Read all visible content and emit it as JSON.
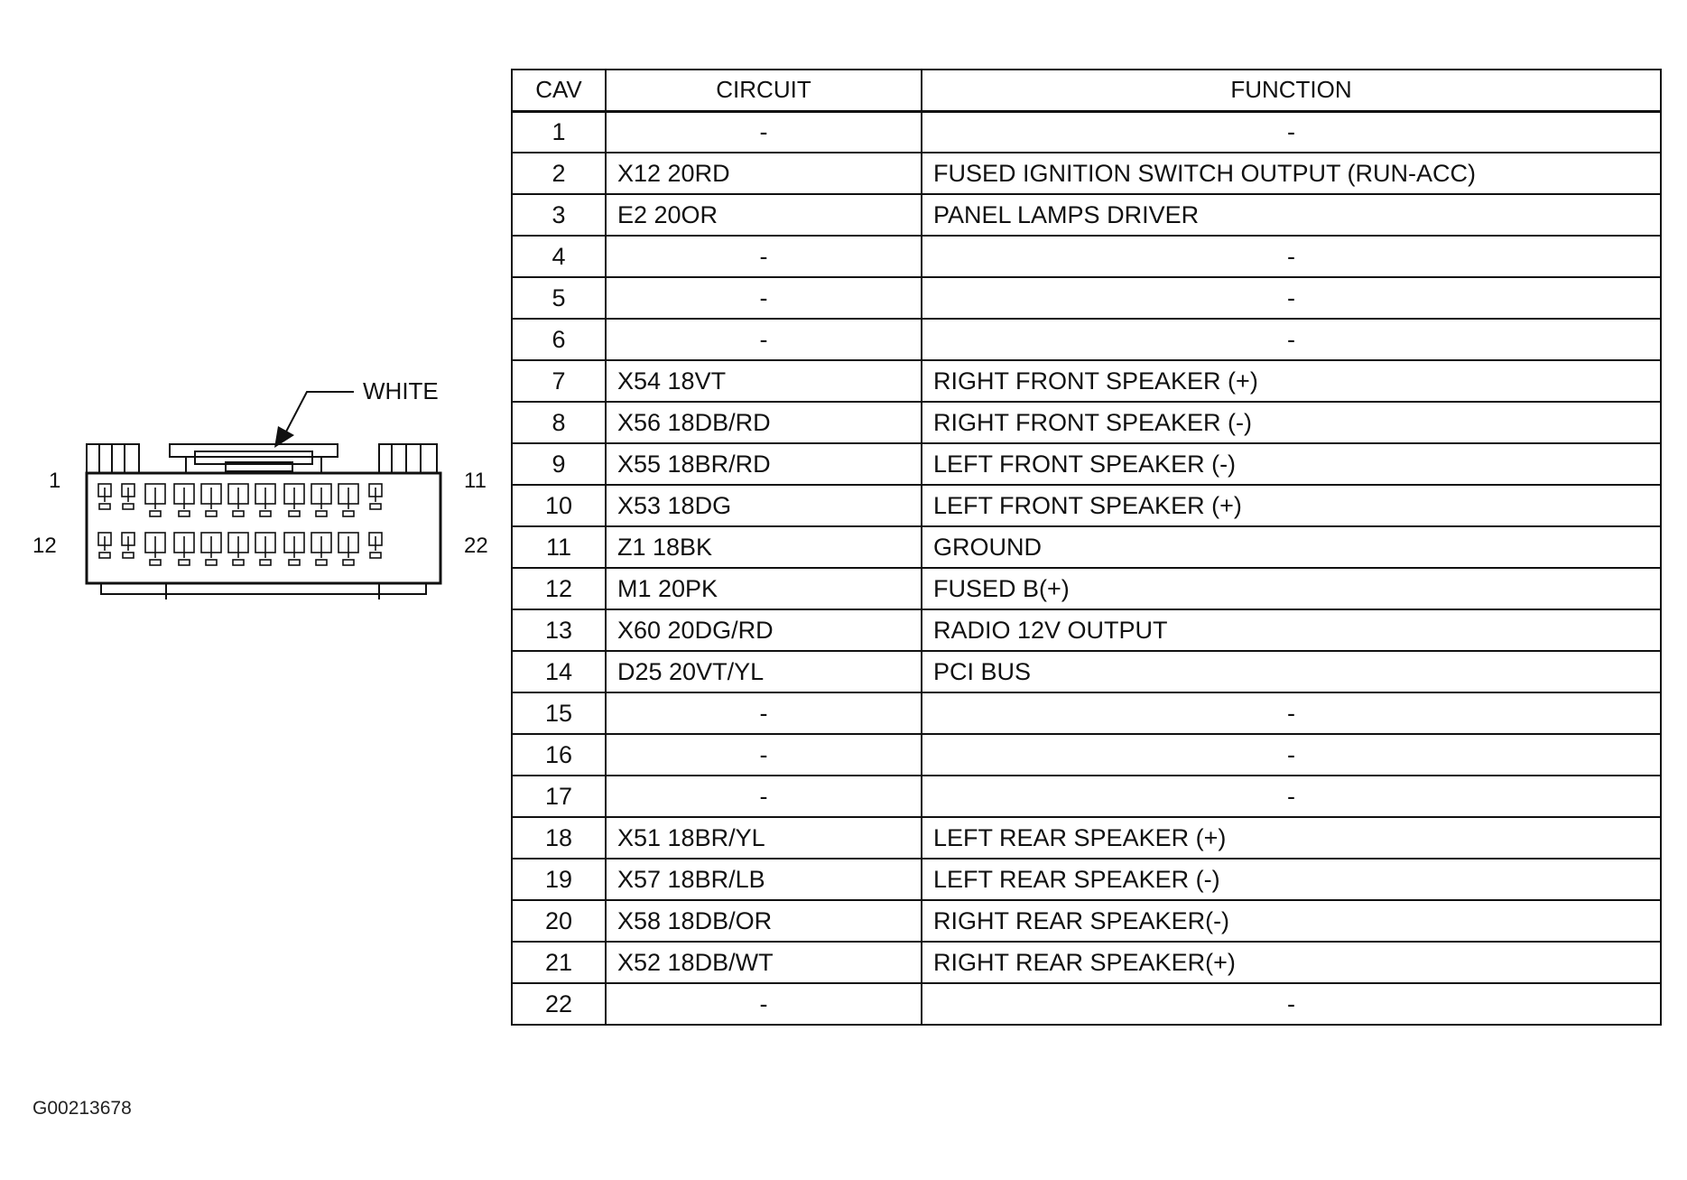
{
  "connector": {
    "color_label": "WHITE",
    "pin_labels": {
      "top_left": "1",
      "top_right": "11",
      "bottom_left": "12",
      "bottom_right": "22"
    }
  },
  "table": {
    "headers": [
      "CAV",
      "CIRCUIT",
      "FUNCTION"
    ],
    "rows": [
      {
        "cav": "1",
        "circuit": "-",
        "function": "-"
      },
      {
        "cav": "2",
        "circuit": "X12 20RD",
        "function": "FUSED IGNITION SWITCH OUTPUT (RUN-ACC)"
      },
      {
        "cav": "3",
        "circuit": "E2 20OR",
        "function": "PANEL LAMPS DRIVER"
      },
      {
        "cav": "4",
        "circuit": "-",
        "function": "-"
      },
      {
        "cav": "5",
        "circuit": "-",
        "function": "-"
      },
      {
        "cav": "6",
        "circuit": "-",
        "function": "-"
      },
      {
        "cav": "7",
        "circuit": "X54 18VT",
        "function": "RIGHT FRONT SPEAKER (+)"
      },
      {
        "cav": "8",
        "circuit": "X56 18DB/RD",
        "function": "RIGHT FRONT SPEAKER (-)"
      },
      {
        "cav": "9",
        "circuit": "X55 18BR/RD",
        "function": "LEFT FRONT SPEAKER (-)"
      },
      {
        "cav": "10",
        "circuit": "X53 18DG",
        "function": "LEFT FRONT SPEAKER (+)"
      },
      {
        "cav": "11",
        "circuit": "Z1 18BK",
        "function": "GROUND"
      },
      {
        "cav": "12",
        "circuit": "M1 20PK",
        "function": "FUSED B(+)"
      },
      {
        "cav": "13",
        "circuit": "X60 20DG/RD",
        "function": "RADIO 12V OUTPUT"
      },
      {
        "cav": "14",
        "circuit": "D25 20VT/YL",
        "function": "PCI BUS"
      },
      {
        "cav": "15",
        "circuit": "-",
        "function": "-"
      },
      {
        "cav": "16",
        "circuit": "-",
        "function": "-"
      },
      {
        "cav": "17",
        "circuit": "-",
        "function": "-"
      },
      {
        "cav": "18",
        "circuit": "X51 18BR/YL",
        "function": "LEFT REAR SPEAKER (+)"
      },
      {
        "cav": "19",
        "circuit": "X57 18BR/LB",
        "function": "LEFT REAR SPEAKER (-)"
      },
      {
        "cav": "20",
        "circuit": "X58 18DB/OR",
        "function": "RIGHT REAR SPEAKER(-)"
      },
      {
        "cav": "21",
        "circuit": "X52 18DB/WT",
        "function": "RIGHT REAR SPEAKER(+)"
      },
      {
        "cav": "22",
        "circuit": "-",
        "function": "-"
      }
    ]
  },
  "figure_id": "G00213678"
}
